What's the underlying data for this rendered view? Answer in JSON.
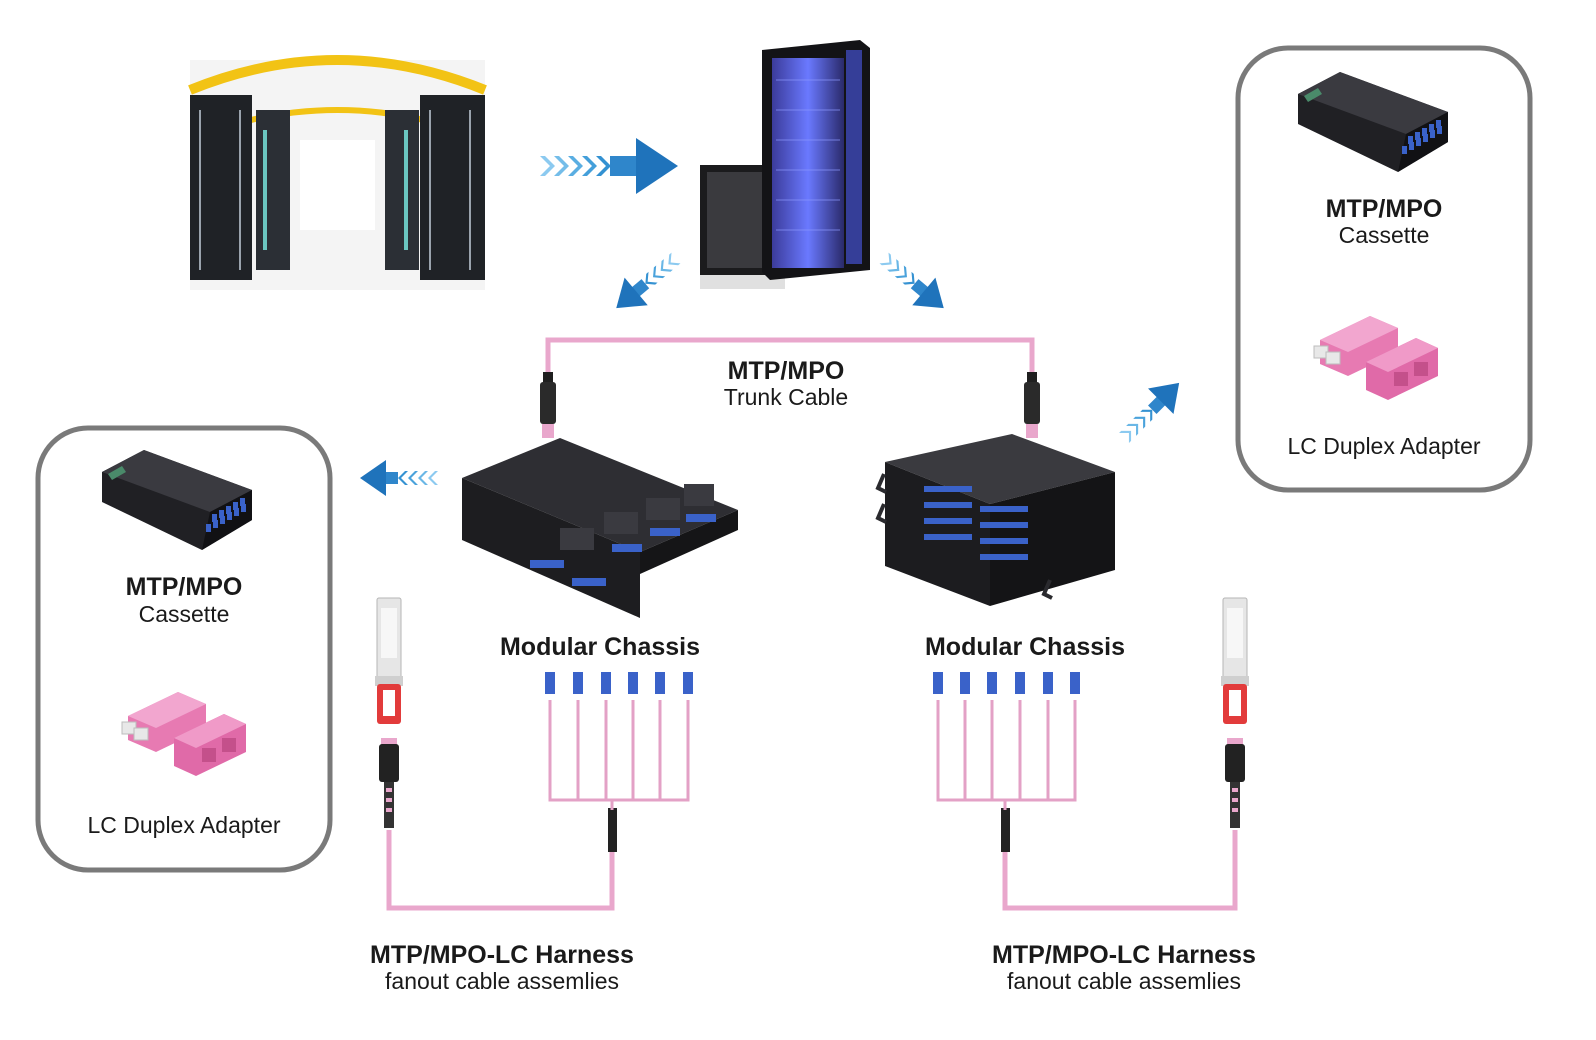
{
  "labels": {
    "trunk_title": "MTP/MPO",
    "trunk_sub": "Trunk Cable",
    "chassis_left": "Modular Chassis",
    "chassis_right": "Modular Chassis",
    "left_box": {
      "title": "MTP/MPO",
      "sub": "Cassette",
      "adapter": "LC Duplex Adapter"
    },
    "right_box": {
      "title": "MTP/MPO",
      "sub": "Cassette",
      "adapter": "LC Duplex Adapter"
    },
    "harness_left": {
      "title": "MTP/MPO-LC Harness",
      "sub": "fanout cable assemlies"
    },
    "harness_right": {
      "title": "MTP/MPO-LC Harness",
      "sub": "fanout cable assemlies"
    }
  },
  "colors": {
    "cable_pink": "#e9a7cc",
    "arrow_blue": "#2a7fc4",
    "box_border": "#7a7a7a",
    "device_dark": "#1d1d1f",
    "port_blue": "#3a62c9",
    "adapter_pink": "#e77ab2"
  }
}
